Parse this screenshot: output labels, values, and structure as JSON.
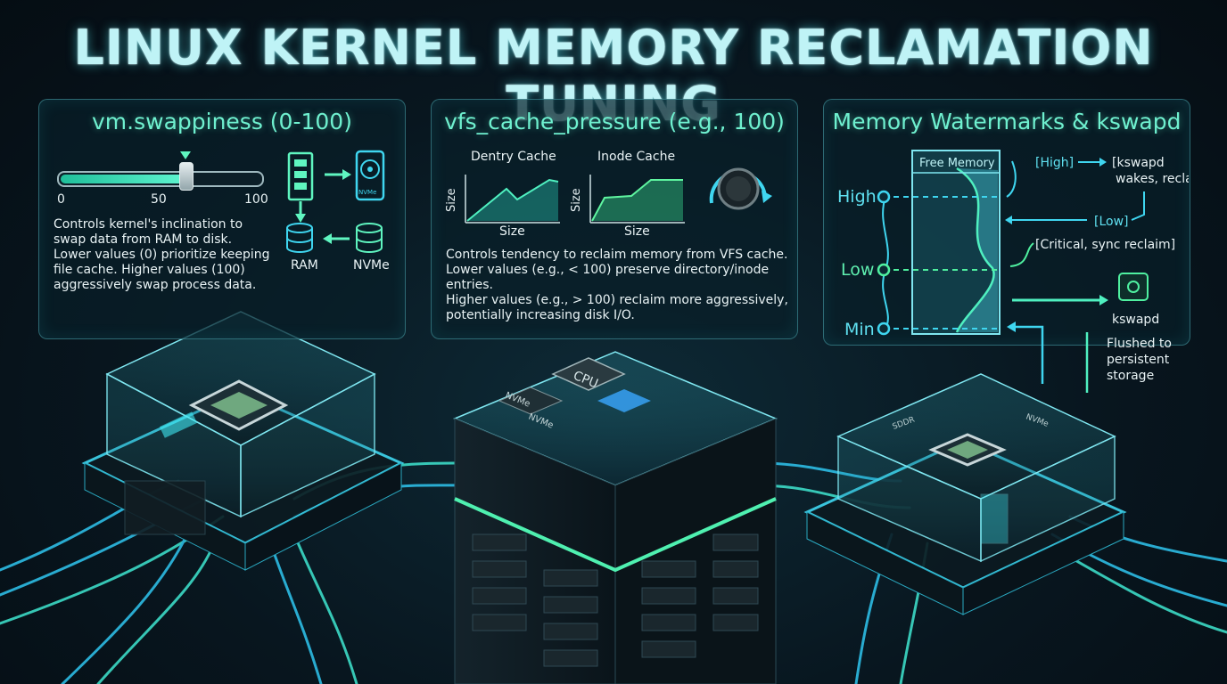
{
  "title": "LINUX KERNEL MEMORY RECLAMATION TUNING",
  "colors": {
    "accent": "#6ff0cf",
    "glow": "#3ee6f0",
    "panel_border": "#5ac8d2"
  },
  "swappiness": {
    "title": "vm.swappiness (0-100)",
    "slider": {
      "value": 63,
      "min": 0,
      "max": 100,
      "ticks": [
        "0",
        "50",
        "100"
      ]
    },
    "description": "Controls kernel's inclination to\nswap data from RAM to disk.\nLower values (0) prioritize keeping\nfile cache. Higher values (100)\naggressively swap process data.",
    "icons": {
      "ram": "ram-icon",
      "disk": "nvme-disk-icon",
      "db_ram": "database-icon",
      "db_nvme": "database-icon"
    },
    "disk_label": "NVMe",
    "labels": {
      "ram": "RAM",
      "nvme": "NVMe"
    }
  },
  "cache_pressure": {
    "title": "vfs_cache_pressure (e.g., 100)",
    "charts": [
      {
        "title": "Dentry Cache",
        "xlabel": "Size",
        "ylabel": "Size"
      },
      {
        "title": "Inode Cache",
        "xlabel": "Size",
        "ylabel": "Size"
      }
    ],
    "knob_icon": "dial-knob-icon",
    "description": "Controls tendency to reclaim memory from VFS cache.\nLower values (e.g., < 100) preserve directory/inode entries.\nHigher values (e.g., > 100) reclaim more aggressively,\npotentially increasing disk I/O."
  },
  "watermarks": {
    "title": "Memory Watermarks & kswapd",
    "column_label": "Free Memory",
    "levels": [
      "High",
      "Low",
      "Min"
    ],
    "annotations": {
      "high": "[High]",
      "high_action": "[kswapd\nwakes, reclaims]",
      "low": "[Low]",
      "critical": "[Critical, sync reclaim]",
      "kswapd": "kswapd",
      "flushed": "Flushed to\npersistent\nstorage"
    },
    "kswapd_icon": "kswapd-daemon-icon"
  },
  "hardware": {
    "cpu_label": "CPU",
    "nvme_labels": [
      "NVMe",
      "NVMe"
    ],
    "right_module_labels": [
      "SDDR",
      "NVMe"
    ]
  }
}
